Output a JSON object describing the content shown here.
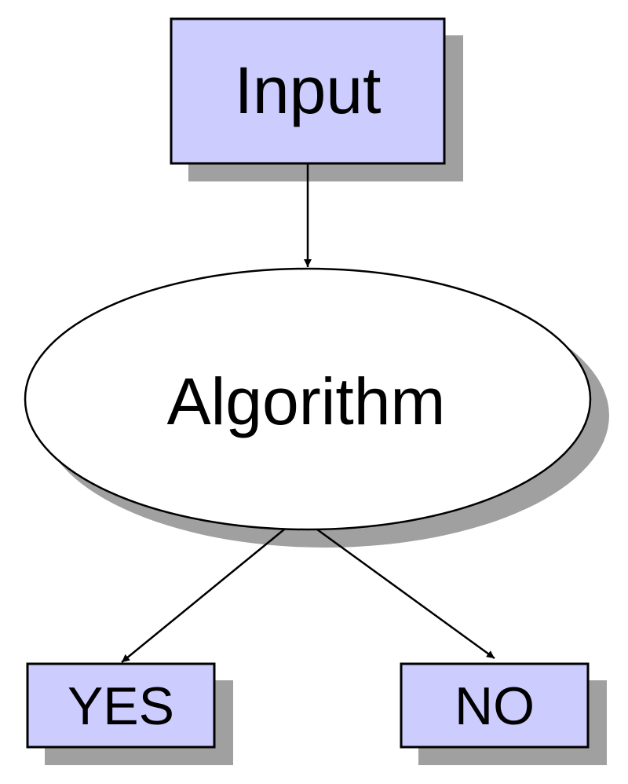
{
  "diagram": {
    "nodes": {
      "input": {
        "label": "Input",
        "shape": "rectangle"
      },
      "algorithm": {
        "label": "Algorithm",
        "shape": "ellipse"
      },
      "yes": {
        "label": "YES",
        "shape": "rectangle"
      },
      "no": {
        "label": "NO",
        "shape": "rectangle"
      }
    },
    "edges": [
      {
        "from": "Input",
        "to": "Algorithm"
      },
      {
        "from": "Algorithm",
        "to": "YES"
      },
      {
        "from": "Algorithm",
        "to": "NO"
      }
    ]
  },
  "colors": {
    "box_fill": "#ccccff",
    "ellipse_fill": "#ffffff",
    "shadow": "#a0a0a0",
    "stroke": "#000000"
  }
}
